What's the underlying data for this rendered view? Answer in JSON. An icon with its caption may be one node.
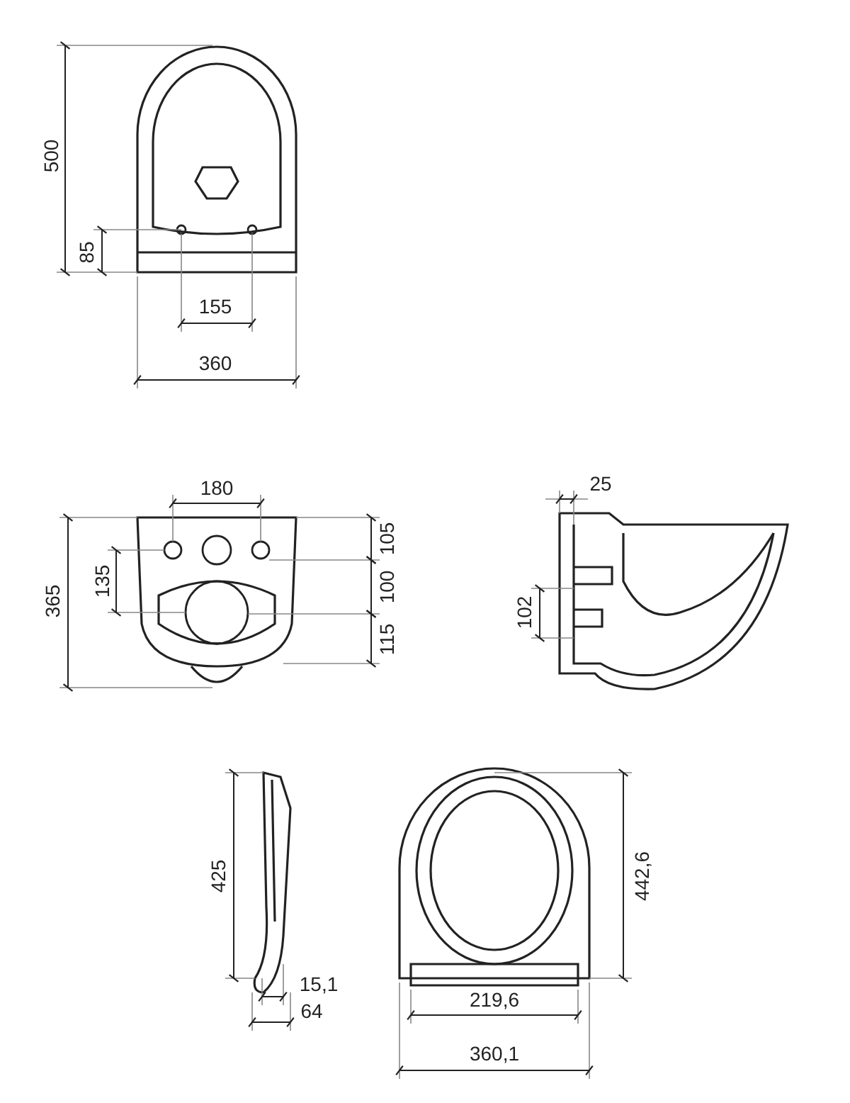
{
  "diagram": {
    "labels": [
      "500",
      "85",
      "155",
      "360",
      "180",
      "105",
      "365",
      "135",
      "100",
      "115",
      "25",
      "102",
      "425",
      "15,1",
      "64",
      "442,6",
      "219,6",
      "360,1"
    ]
  }
}
